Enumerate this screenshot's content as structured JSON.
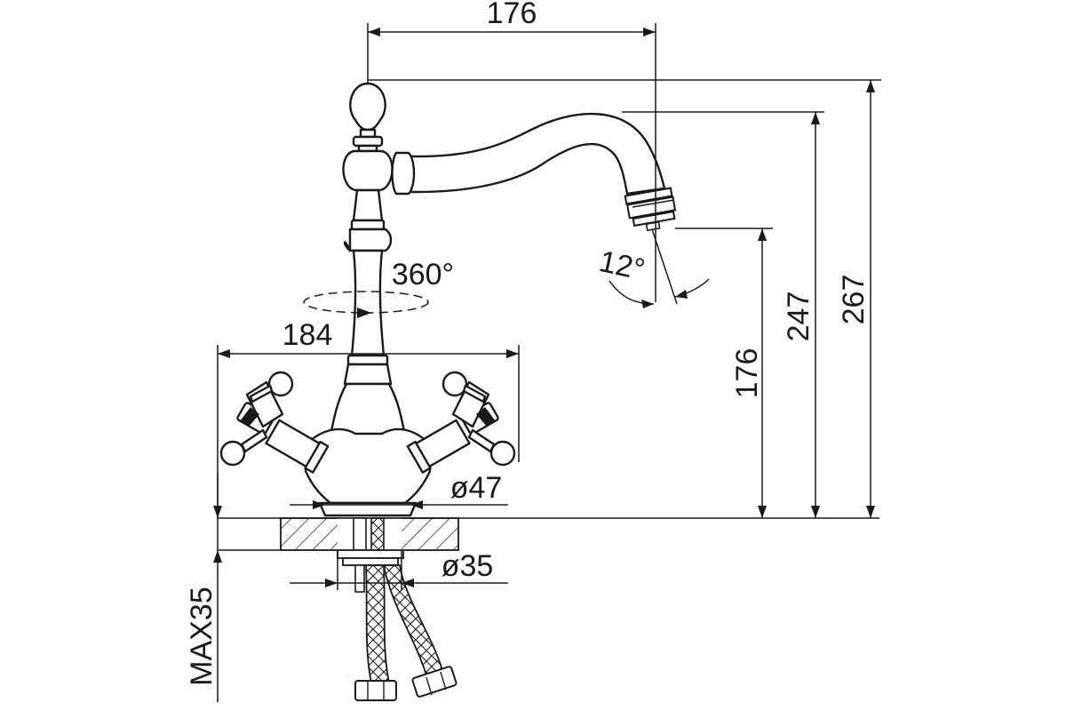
{
  "figure": {
    "type": "technical-drawing",
    "subject": "two-handle kitchen faucet with swivel spout",
    "line_color": "#1a1a1a",
    "background": "#ffffff"
  },
  "dimensions": {
    "spout_reach": "176",
    "total_height": "267",
    "spout_top_height": "247",
    "outlet_height": "176",
    "handle_span": "184",
    "base_diameter": "ø47",
    "mount_hole_diameter": "ø35",
    "max_deck_thickness": "MAX35",
    "swivel_angle": "360°",
    "outlet_tilt_angle": "12°"
  }
}
